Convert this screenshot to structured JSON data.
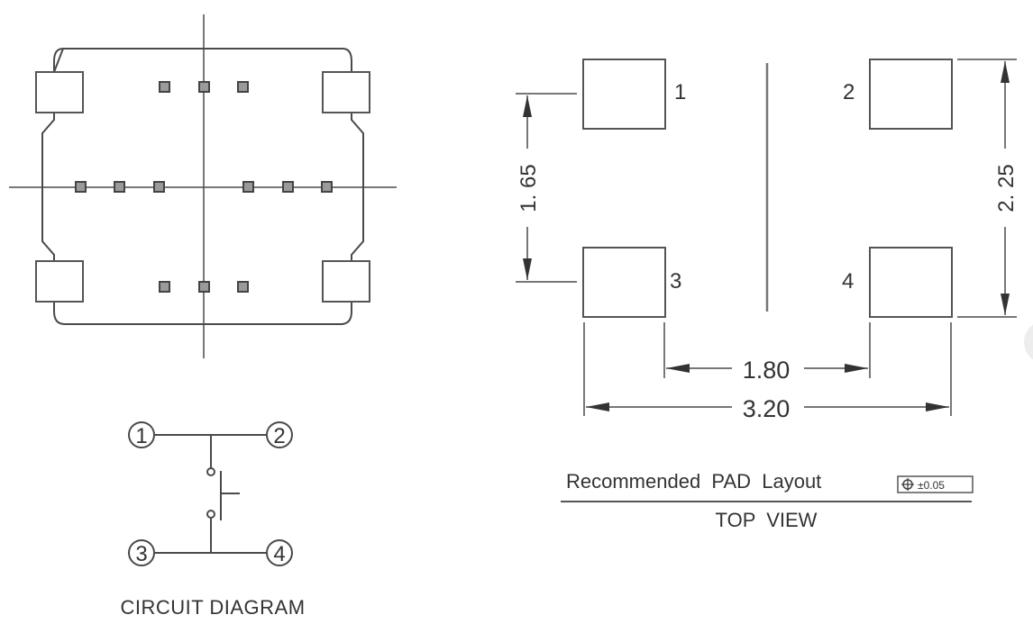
{
  "component_outline": {
    "name": "switch-body-outline",
    "top_marks": 3,
    "middle_marks": 6,
    "bottom_marks": 3
  },
  "circuit": {
    "title": "CIRCUIT DIAGRAM",
    "pins": [
      "1",
      "2",
      "3",
      "4"
    ]
  },
  "pad_layout": {
    "pad_labels": [
      "1",
      "2",
      "3",
      "4"
    ],
    "dimensions": {
      "pad_pitch_vertical": "1. 65",
      "overall_height": "2. 25",
      "inner_gap": "1.80",
      "overall_width": "3.20"
    },
    "caption": "Recommended  PAD  Layout",
    "tolerance": "±0.05",
    "tolerance_symbol": "position-tolerance-icon",
    "view_label": "TOP  VIEW"
  },
  "colors": {
    "line": "#4a4a4a",
    "text": "#333333",
    "background": "#ffffff"
  }
}
